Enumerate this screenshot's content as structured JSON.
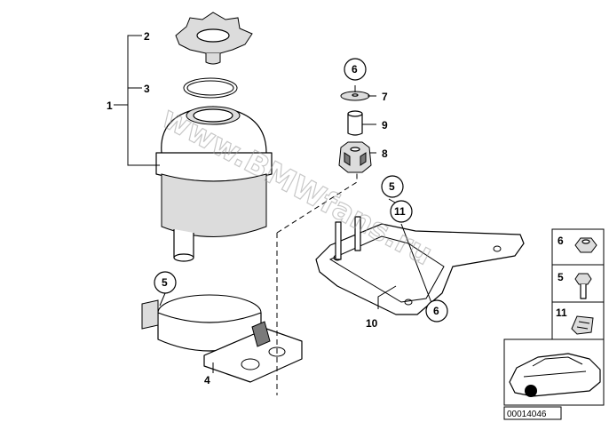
{
  "labels": {
    "p1": "1",
    "p2": "2",
    "p3": "3",
    "p4": "4",
    "p5a": "5",
    "p5b": "5",
    "p6a": "6",
    "p6b": "6",
    "p7": "7",
    "p8": "8",
    "p9": "9",
    "p10": "10",
    "p11a": "11"
  },
  "legend": {
    "l6": "6",
    "l5": "5",
    "l11": "11"
  },
  "watermark": "www.BMWfans.ru",
  "diagram_id": "00014046"
}
